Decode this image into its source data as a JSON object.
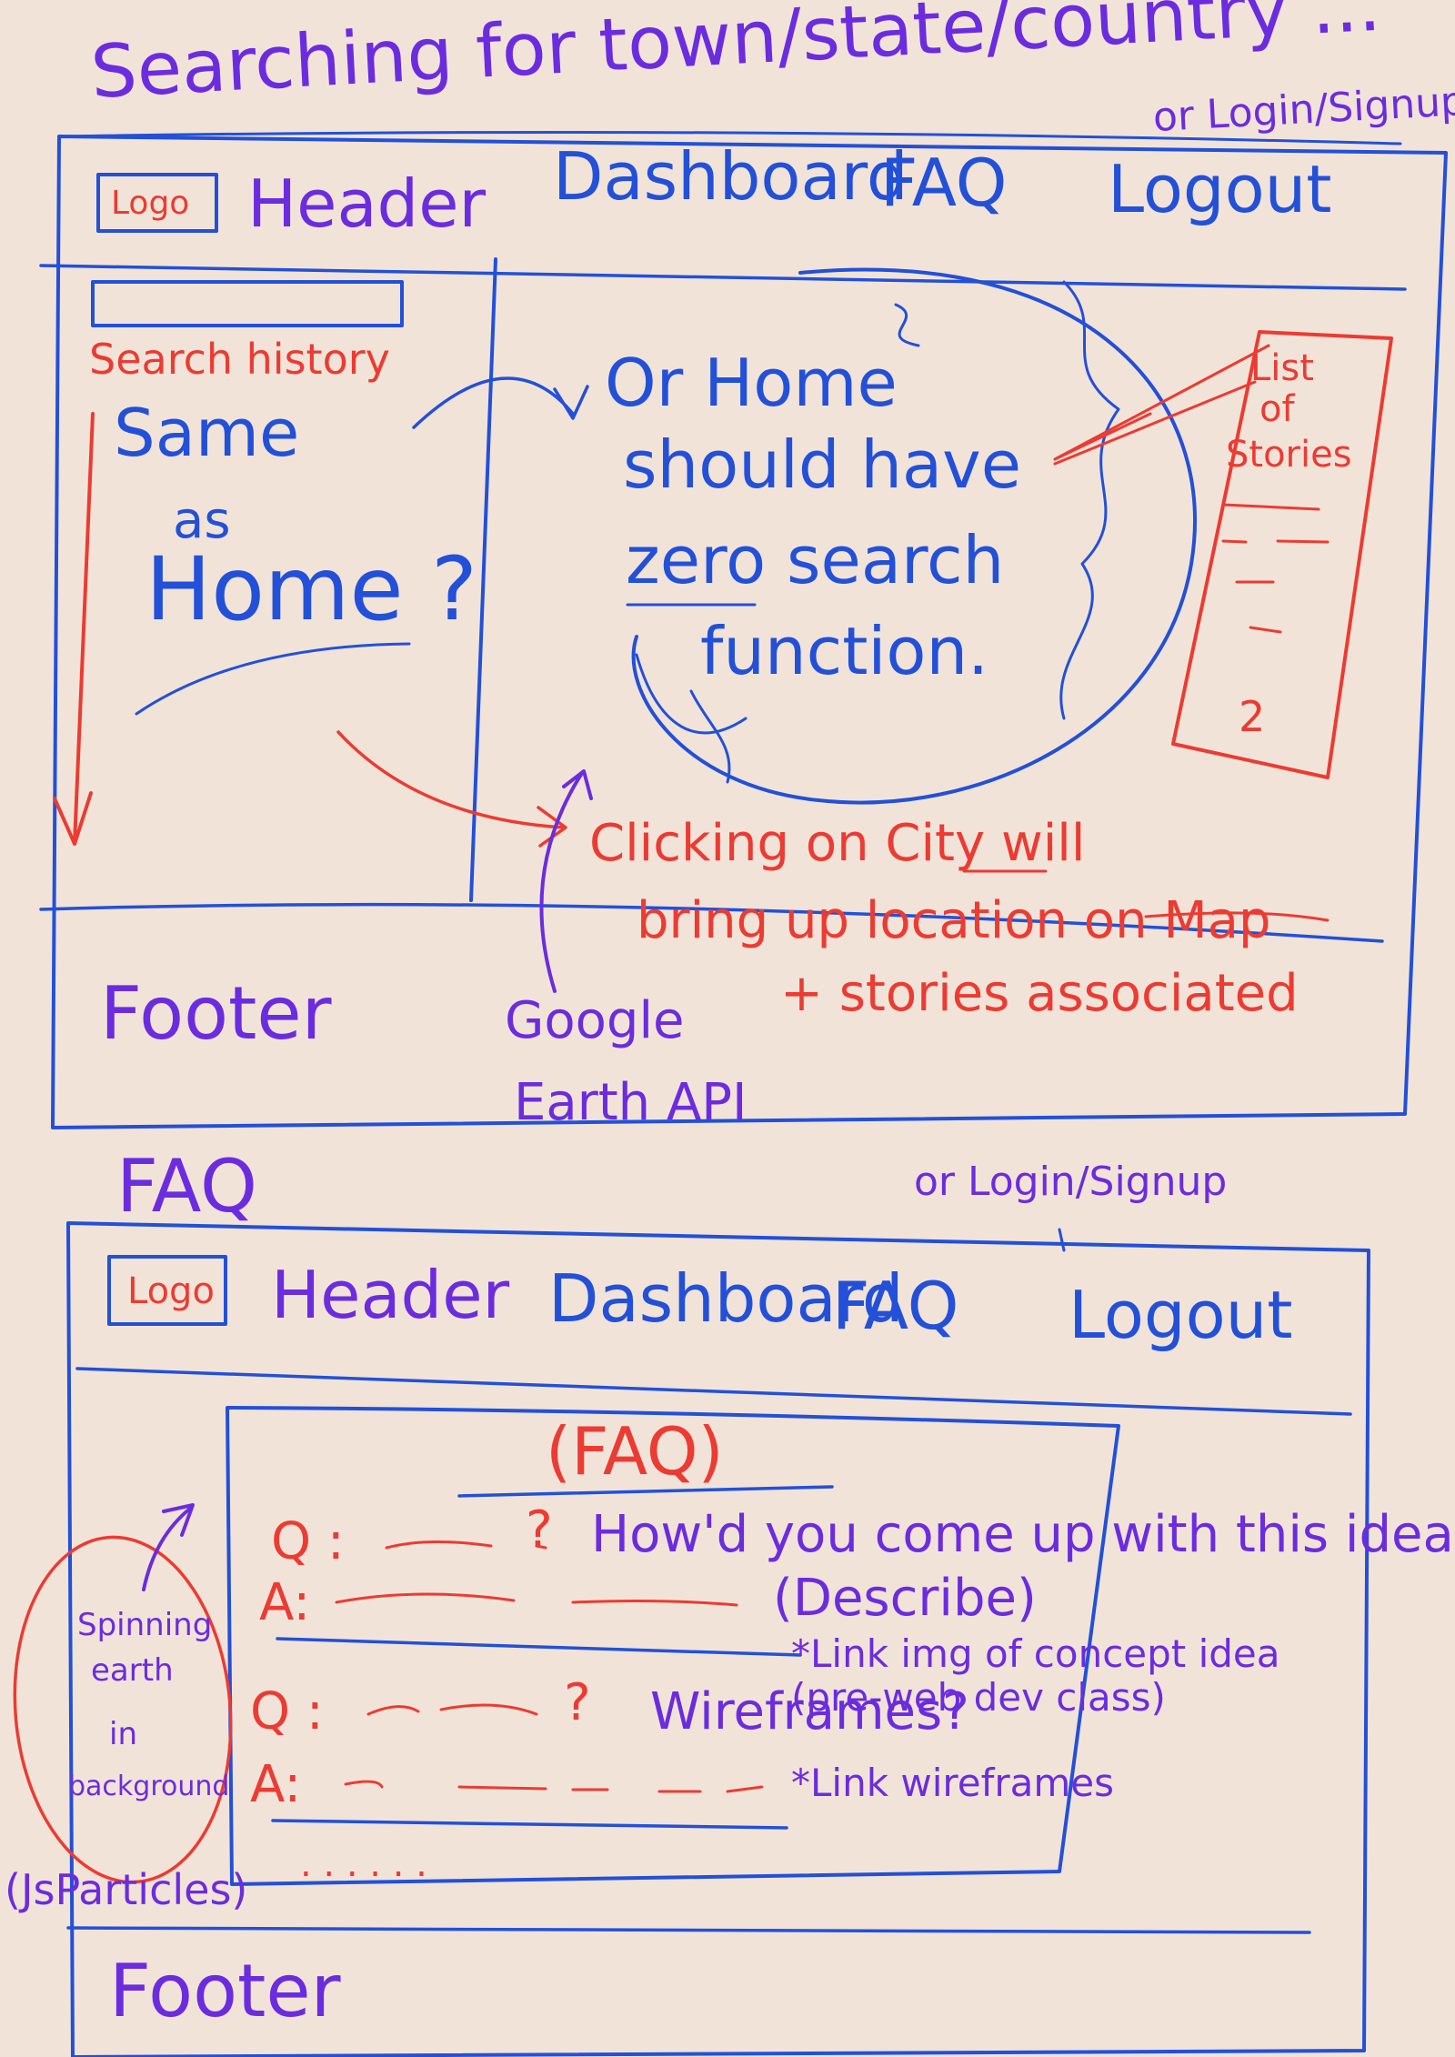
{
  "colors": {
    "background": "#f2e3d9",
    "blue": "#2250d8",
    "purple": "#6b2ce0",
    "red": "#ec3b32"
  },
  "search": {
    "title": "Searching for town/state/country ...",
    "alt_auth": "or Login/Signup",
    "header": {
      "logo": "Logo",
      "label": "Header",
      "nav": [
        "Dashboard",
        "FAQ",
        "Logout"
      ]
    },
    "sidebar": {
      "label": "Search history",
      "question_lines": [
        "Same",
        "as",
        "Home ?"
      ]
    },
    "globe_note_lines": [
      "Or Home",
      "should have",
      "zero search",
      "function."
    ],
    "stories_label_lines": [
      "List",
      "of",
      "Stories"
    ],
    "stories_marker": "2",
    "click_note_lines": [
      "Clicking on City will",
      "bring up location on Map",
      "+ stories associated"
    ],
    "api_note_lines": [
      "Google",
      "Earth API"
    ],
    "footer": "Footer"
  },
  "faq": {
    "title": "FAQ",
    "alt_auth": "or Login/Signup",
    "header": {
      "logo": "Logo",
      "label": "Header",
      "nav": [
        "Dashboard",
        "FAQ",
        "Logout"
      ]
    },
    "card_title": "(FAQ)",
    "items": [
      {
        "q_prefix": "Q :",
        "q_mark": "?",
        "q_text": "How'd you come up with this idea ?",
        "a_prefix": "A:",
        "a_note": "(Describe)",
        "link_note": "*Link img of concept idea (pre-web dev class)"
      },
      {
        "q_prefix": "Q :",
        "q_mark": "?",
        "q_text": "Wireframes?",
        "a_prefix": "A:",
        "a_note": "",
        "link_note": "*Link wireframes"
      }
    ],
    "more": ". . . . . .",
    "background_note_lines": [
      "Spinning",
      "earth",
      "in",
      "background"
    ],
    "particles_note": "(JsParticles)",
    "footer": "Footer"
  }
}
